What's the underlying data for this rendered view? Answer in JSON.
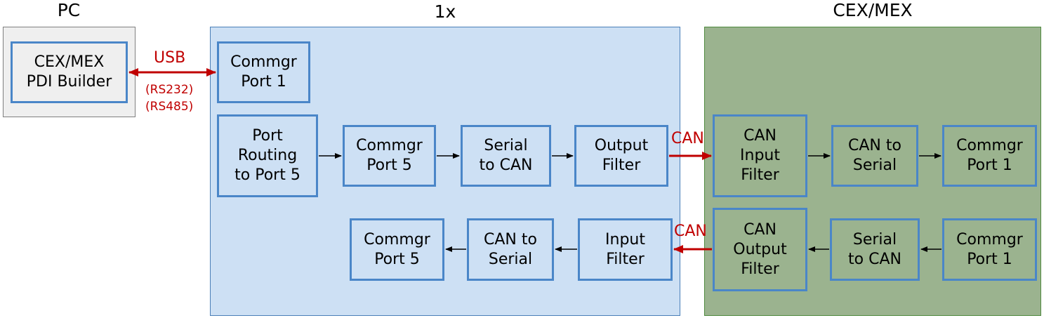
{
  "titles": {
    "pc": "PC",
    "onex": "1x",
    "cexmex": "CEX/MEX"
  },
  "pc": {
    "builder": [
      "CEX/MEX",
      "PDI Builder"
    ]
  },
  "link_labels": {
    "usb": "USB",
    "rs232": "(RS232)",
    "rs485": "(RS485)",
    "can_top": "CAN",
    "can_bottom": "CAN"
  },
  "onex": {
    "commgr_port1": [
      "Commgr",
      "Port 1"
    ],
    "port_routing": [
      "Port",
      "Routing",
      "to Port 5"
    ],
    "commgr_port5_top": [
      "Commgr",
      "Port 5"
    ],
    "serial_to_can": [
      "Serial",
      "to CAN"
    ],
    "output_filter": [
      "Output",
      "Filter"
    ],
    "commgr_port5_bottom": [
      "Commgr",
      "Port 5"
    ],
    "can_to_serial": [
      "CAN to",
      "Serial"
    ],
    "input_filter": [
      "Input",
      "Filter"
    ]
  },
  "cexmex": {
    "can_input_filter": [
      "CAN",
      "Input",
      "Filter"
    ],
    "can_to_serial": [
      "CAN to",
      "Serial"
    ],
    "commgr_port1_top": [
      "Commgr",
      "Port 1"
    ],
    "can_output_filter": [
      "CAN",
      "Output",
      "Filter"
    ],
    "serial_to_can": [
      "Serial",
      "to CAN"
    ],
    "commgr_port1_bottom": [
      "Commgr",
      "Port 1"
    ]
  },
  "colors": {
    "pc_fill": "#efefef",
    "pc_border": "#808080",
    "onex_fill": "#cde0f4",
    "onex_border": "#4a7fb8",
    "cexmex_fill": "#9bb38f",
    "cexmex_border": "#4f8a3f",
    "box_border": "#4a86c8",
    "link_red": "#c00000"
  }
}
